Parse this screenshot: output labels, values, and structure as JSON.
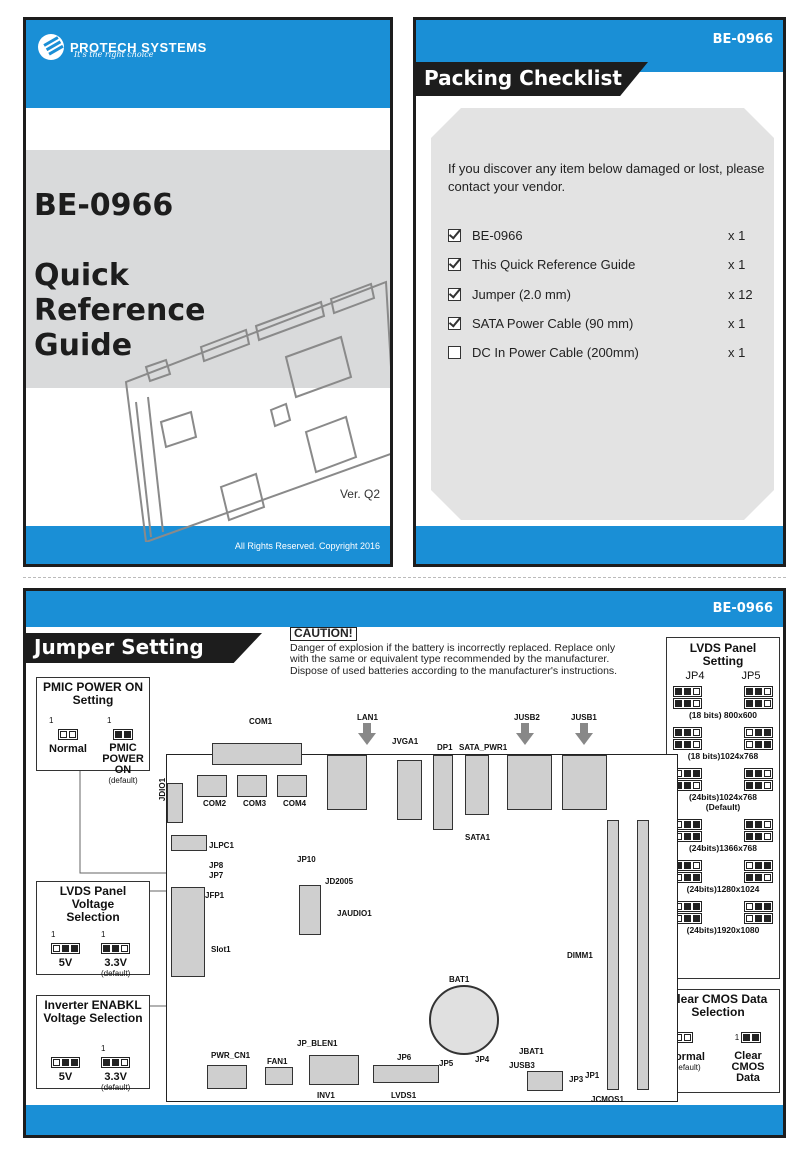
{
  "cover": {
    "brand": "PROTECH SYSTEMS",
    "tagline": "It's the right choice",
    "model": "BE-0966",
    "title_lines": [
      "Quick",
      "Reference",
      "Guide"
    ],
    "version": "Ver. Q2",
    "copyright": "All Rights Reserved. Copyright 2016"
  },
  "checklist": {
    "model_tag": "BE-0966",
    "heading": "Packing Checklist",
    "intro": "If you discover any item below damaged or lost, please contact your vendor.",
    "items": [
      {
        "name": "BE-0966",
        "qty": "x 1",
        "checked": true
      },
      {
        "name": "This Quick Reference Guide",
        "qty": "x 1",
        "checked": true
      },
      {
        "name": "Jumper (2.0 mm)",
        "qty": "x 12",
        "checked": true
      },
      {
        "name": "SATA Power Cable (90 mm)",
        "qty": "x 1",
        "checked": true
      },
      {
        "name": "DC In Power Cable (200mm)",
        "qty": "x 1",
        "checked": false
      }
    ]
  },
  "jumper": {
    "model_tag": "BE-0966",
    "heading": "Jumper Setting",
    "caution": {
      "title": "CAUTION!",
      "text": "Danger of explosion if the battery is incorrectly replaced. Replace only with the same or equivalent type recommended by the manufacturer. Dispose of used batteries according to the manufacturer's instructions."
    },
    "pmic": {
      "title": "PMIC POWER ON Setting",
      "normal": "Normal",
      "on_label": "PMIC POWER ON",
      "default": "(default)"
    },
    "lvds_voltage": {
      "title": "LVDS Panel Voltage Selection",
      "opt_a": "5V",
      "opt_b": "3.3V",
      "default": "(default)"
    },
    "inverter": {
      "title": "Inverter ENABKL Voltage Selection",
      "opt_a": "5V",
      "opt_b": "3.3V",
      "default": "(default)"
    },
    "lvds_setting": {
      "title": "LVDS Panel Setting",
      "col_a": "JP4",
      "col_b": "JP5",
      "rows": [
        {
          "caption": "(18 bits) 800x600"
        },
        {
          "caption": "(18 bits)1024x768"
        },
        {
          "caption": "(24bits)1024x768 (Default)"
        },
        {
          "caption": "(24bits)1366x768"
        },
        {
          "caption": "(24bits)1280x1024"
        },
        {
          "caption": "(24bits)1920x1080"
        }
      ]
    },
    "cmos": {
      "title": "Clear CMOS Data Selection",
      "normal": "Normal",
      "default": "(default)",
      "clear": "Clear CMOS Data"
    },
    "board_labels": {
      "com1": "COM1",
      "lan1": "LAN1",
      "jusb2": "JUSB2",
      "jusb1": "JUSB1",
      "jvga1": "JVGA1",
      "dp1": "DP1",
      "sata_pwr1": "SATA_PWR1",
      "jdio1": "JDIO1",
      "com2": "COM2",
      "com3": "COM3",
      "com4": "COM4",
      "jlpc1": "JLPC1",
      "jp8": "JP8",
      "jp7": "JP7",
      "jp10": "JP10",
      "sata1": "SATA1",
      "jfp1": "JFP1",
      "jd2005": "JD2005",
      "jaudio1": "JAUDIO1",
      "slot1": "Slot1",
      "dimm1": "DIMM1",
      "bat1": "BAT1",
      "pwr_cn1": "PWR_CN1",
      "fan1": "FAN1",
      "jp_blen1": "JP_BLEN1",
      "jp6": "JP6",
      "jp5": "JP5",
      "jp4": "JP4",
      "jbat1": "JBAT1",
      "jusb3": "JUSB3",
      "jp3": "JP3",
      "jp1": "JP1",
      "inv1": "INV1",
      "lvds1": "LVDS1",
      "jcmos1": "JCMOS1"
    }
  }
}
